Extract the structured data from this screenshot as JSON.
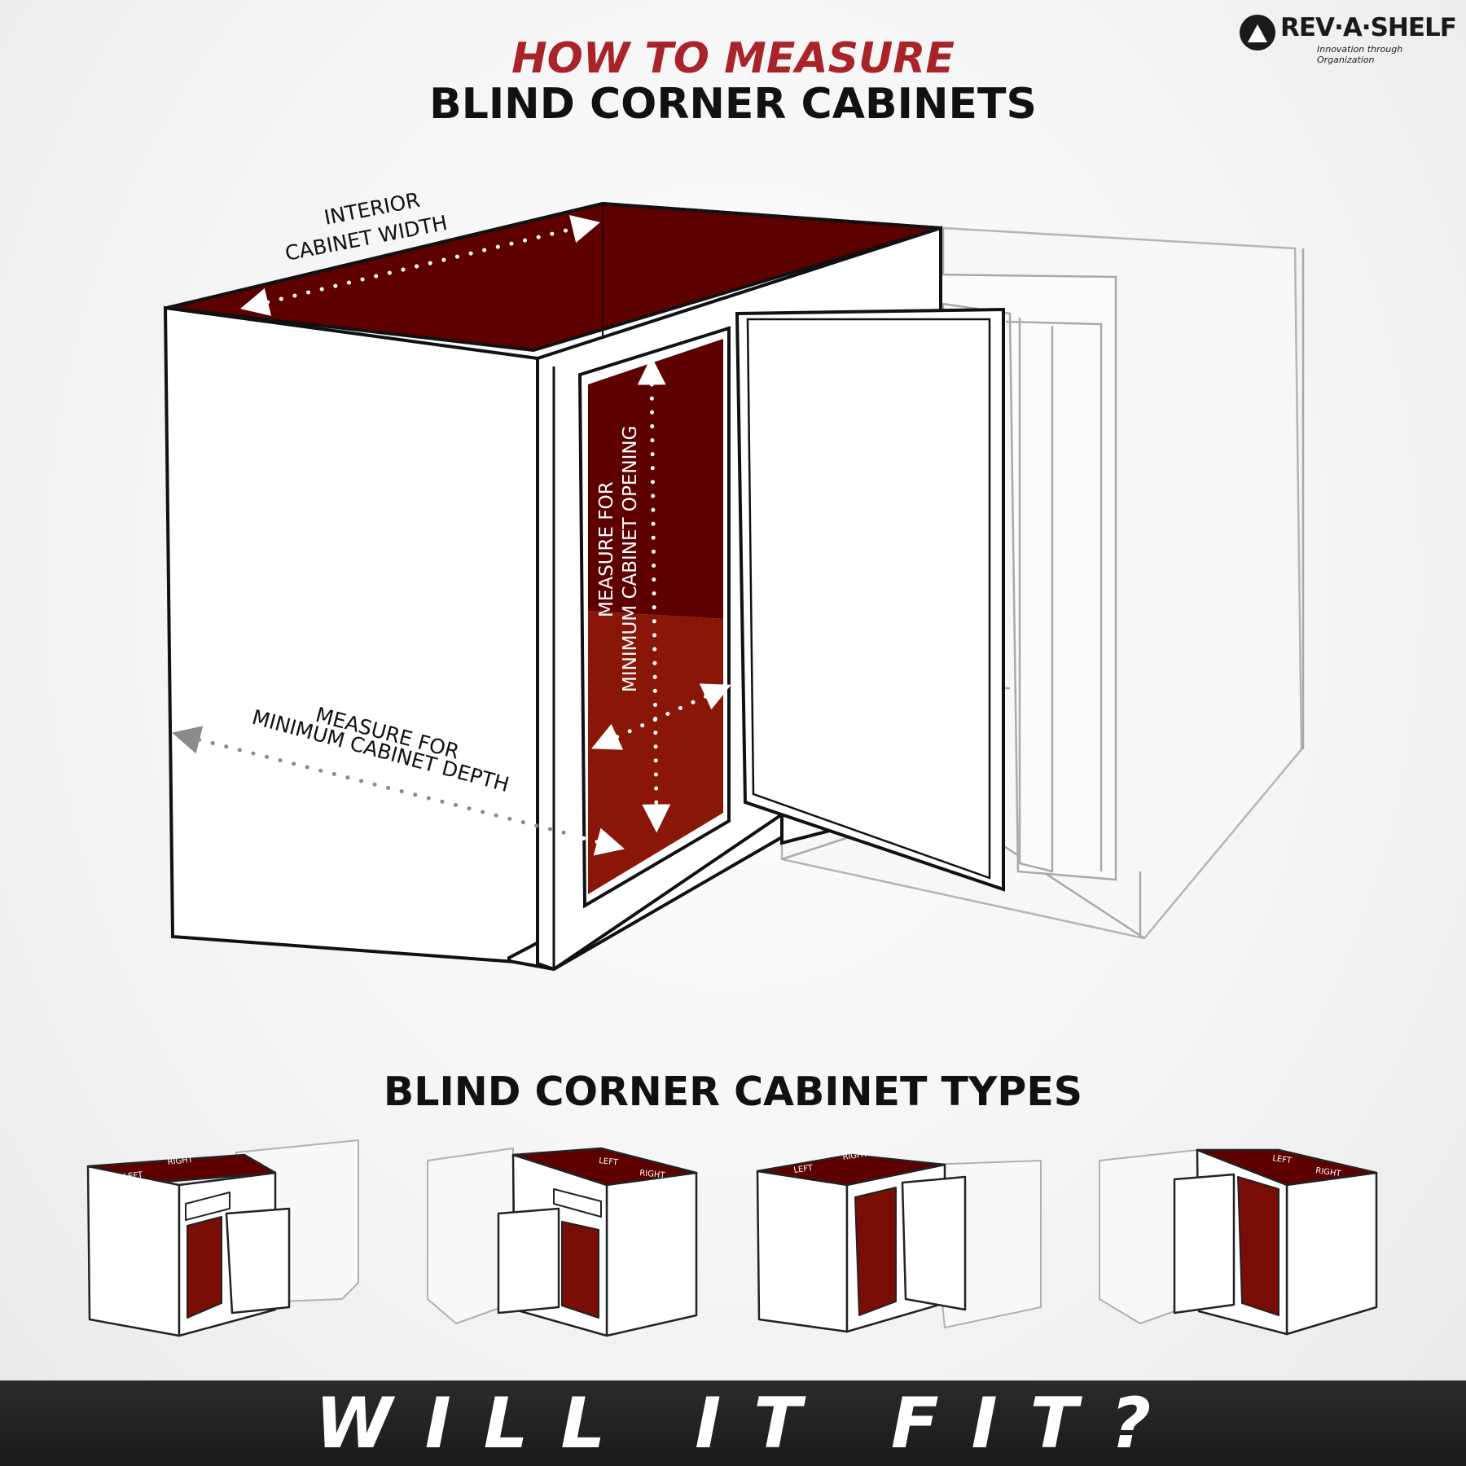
{
  "brand": {
    "name": "REV·A·SHELF",
    "tagline": "Innovation through Organization"
  },
  "header": {
    "eyebrow": "HOW TO MEASURE",
    "title": "BLIND CORNER CABINETS"
  },
  "diagram": {
    "label_width_line1": "INTERIOR",
    "label_width_line2": "CABINET WIDTH",
    "label_opening_line1": "MEASURE FOR",
    "label_opening_line2": "MINIMUM CABINET OPENING",
    "label_depth_line1": "MEASURE FOR",
    "label_depth_line2": "MINIMUM CABINET DEPTH"
  },
  "types": {
    "title": "BLIND CORNER CABINET TYPES",
    "items": [
      {
        "left_label": "LEFT",
        "right_label": "RIGHT"
      },
      {
        "left_label": "LEFT",
        "right_label": "RIGHT"
      },
      {
        "left_label": "LEFT",
        "right_label": "RIGHT"
      },
      {
        "left_label": "LEFT",
        "right_label": "RIGHT"
      }
    ]
  },
  "footer": {
    "banner": "WILL IT FIT?"
  },
  "colors": {
    "accent": "#a8232a",
    "interior_dark": "#5e0000",
    "interior_light": "#8a1608",
    "ink": "#111111"
  }
}
